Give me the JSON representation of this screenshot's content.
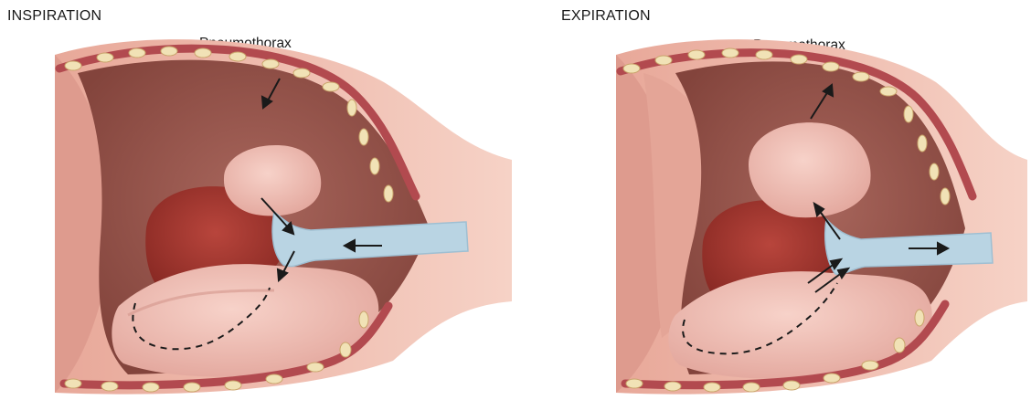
{
  "panels": [
    {
      "title": "INSPIRATION",
      "label": "Pneumothorax"
    },
    {
      "title": "EXPIRATION",
      "label": "Pneumothorax"
    }
  ],
  "colors": {
    "skin": "#f0c4b4",
    "skin_dark": "#e0a898",
    "cavity": "#9c5a52",
    "cavity_dark": "#7e3c36",
    "muscle": "#b24a4f",
    "lung": "#eebfb6",
    "lung_shadow": "#d99c93",
    "heart": "#a8352f",
    "trachea": "#b9d4e3",
    "rib": "#f1e2b6",
    "arrow": "#1a1a1a"
  }
}
